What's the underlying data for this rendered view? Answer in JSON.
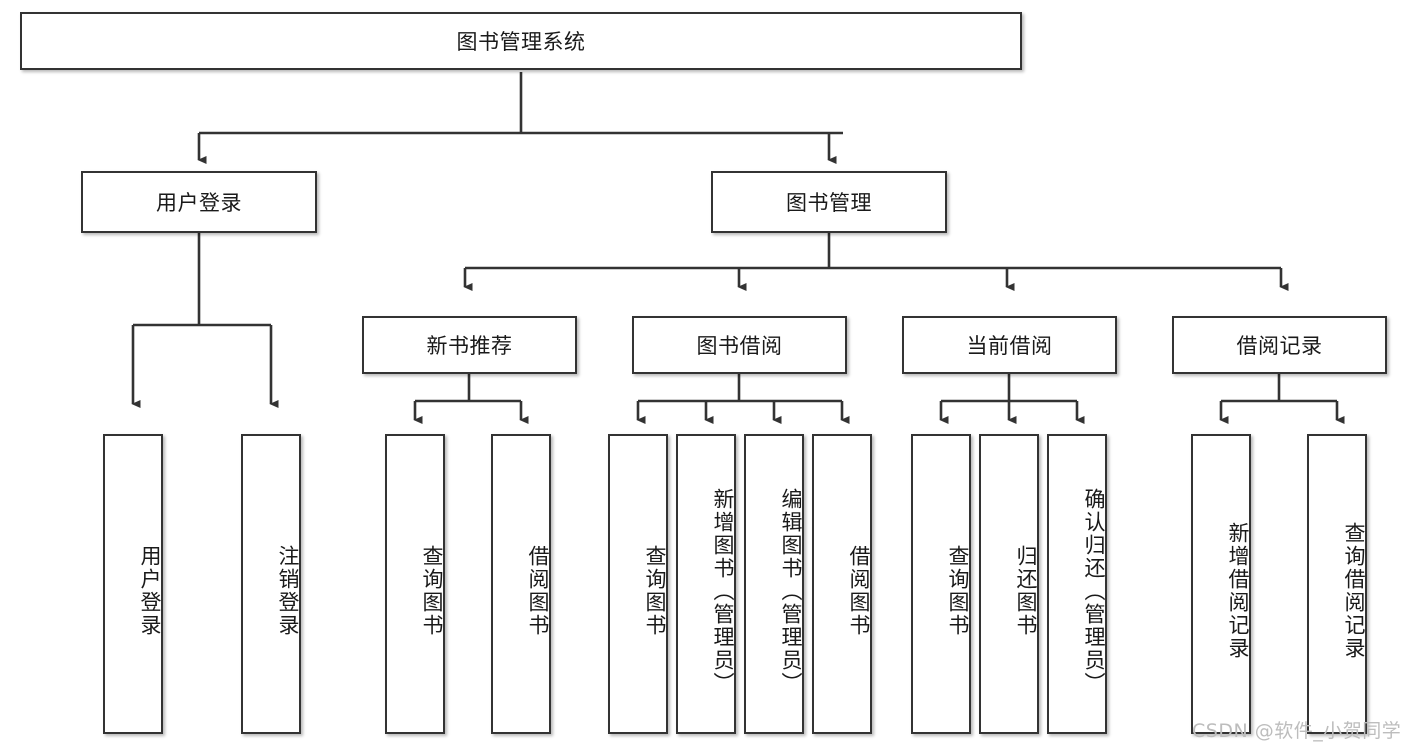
{
  "diagram": {
    "title": "图书管理系统",
    "watermark": "CSDN @软件_小贺同学",
    "colors": {
      "stroke": "#333333",
      "node_fill": "#ffffff",
      "text": "#1a1a1a",
      "watermark": "#bdbdbd",
      "background": "#ffffff"
    },
    "root": {
      "label": "图书管理系统"
    },
    "level2": [
      {
        "label": "用户登录"
      },
      {
        "label": "图书管理"
      }
    ],
    "level3": [
      {
        "label": "新书推荐"
      },
      {
        "label": "图书借阅"
      },
      {
        "label": "当前借阅"
      },
      {
        "label": "借阅记录"
      }
    ],
    "leaves": {
      "user_login": [
        {
          "label": "用户登录"
        },
        {
          "label": "注销登录"
        }
      ],
      "new_book_recommend": [
        {
          "label": "查询图书"
        },
        {
          "label": "借阅图书"
        }
      ],
      "book_borrow": [
        {
          "label": "查询图书"
        },
        {
          "label": "新增图书（管理员）"
        },
        {
          "label": "编辑图书（管理员）"
        },
        {
          "label": "借阅图书"
        }
      ],
      "current_borrow": [
        {
          "label": "查询图书"
        },
        {
          "label": "归还图书"
        },
        {
          "label": "确认归还（管理员）"
        }
      ],
      "borrow_record": [
        {
          "label": "新增借阅记录"
        },
        {
          "label": "查询借阅记录"
        }
      ]
    }
  }
}
